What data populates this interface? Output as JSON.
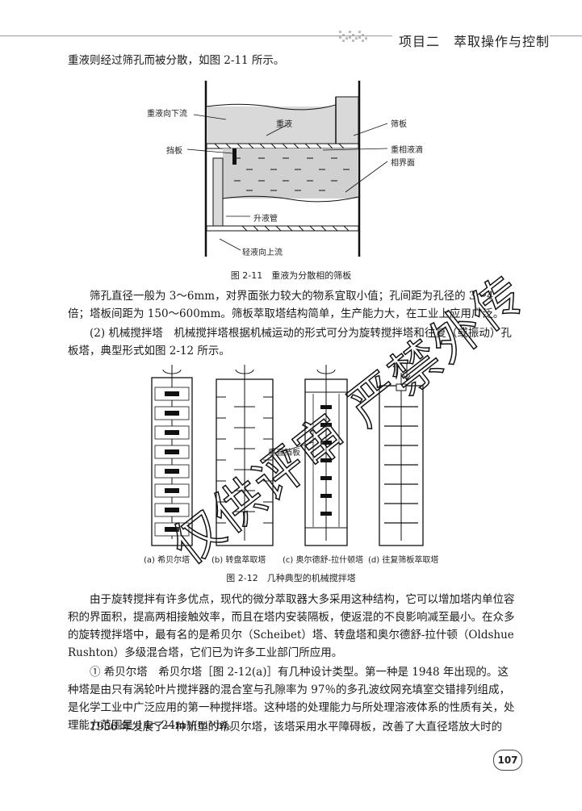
{
  "header": {
    "title": "项目二　萃取操作与控制"
  },
  "intro_line": "重液则经过筛孔而被分散，如图 2-11 所示。",
  "figure_2_11": {
    "labels": {
      "heavy_down": "重液向下流",
      "heavy": "重液",
      "sieve_plate": "筛板",
      "baffle": "挡板",
      "heavy_droplet": "重相液滴",
      "interface": "相界面",
      "riser": "升液管",
      "light_up": "轻液向上流"
    },
    "caption": "图 2-11　重液为分散相的筛板"
  },
  "paragraph_1": "筛孔直径一般为 3～6mm，对界面张力较大的物系宜取小值；孔间距为孔径的 3～4 倍；塔板间距为 150～600mm。筛板萃取塔结构简单，生产能力大，在工业上应用广泛。",
  "paragraph_2": "(2) 机械搅拌塔　机械搅拌塔根据机械运动的形式可分为旋转搅拌塔和往复（或振动）孔板塔，典型形式如图 2-12 所示。",
  "figure_2_12": {
    "vertical_baffle_label": "垂直挡板",
    "sublabels": [
      "(a) 希贝尔塔",
      "(b) 转盘萃取塔",
      "(c) 奥尔德舒-拉什顿塔",
      "(d) 往复筛板萃取塔"
    ],
    "caption": "图 2-12　几种典型的机械搅拌塔"
  },
  "paragraph_3": "由于旋转搅拌有许多优点，现代的微分萃取器大多采用这种结构，它可以增加塔内单位容积的界面积，提高两相接触效率，而且在塔内安装隔板，使返混的不良影响减至最小。在众多的旋转搅拌塔中，最有名的是希贝尔（Scheibet）塔、转盘塔和奥尔德舒-拉什顿（Oldshue Rushton）多级混合塔，它们已为许多工业部门所应用。",
  "paragraph_4": "① 希贝尔塔　希贝尔塔［图 2-12(a)］有几种设计类型。第一种是 1948 年出现的。这种塔是由只有涡轮叶片搅拌器的混合室与孔隙率为 97％的多孔波纹网充填室交错排列组成，是化学工业中广泛应用的第一种搅拌塔。这种塔的处理能力与所处理溶液体系的性质有关，处理能力范围是 14～24m³/(m²·h)。",
  "paragraph_5": "1956 年发展了一种新型的希贝尔塔，该塔采用水平障碍板，改善了大直径塔放大时的",
  "watermark": "仅供评审 严禁外传",
  "page_number": "107"
}
